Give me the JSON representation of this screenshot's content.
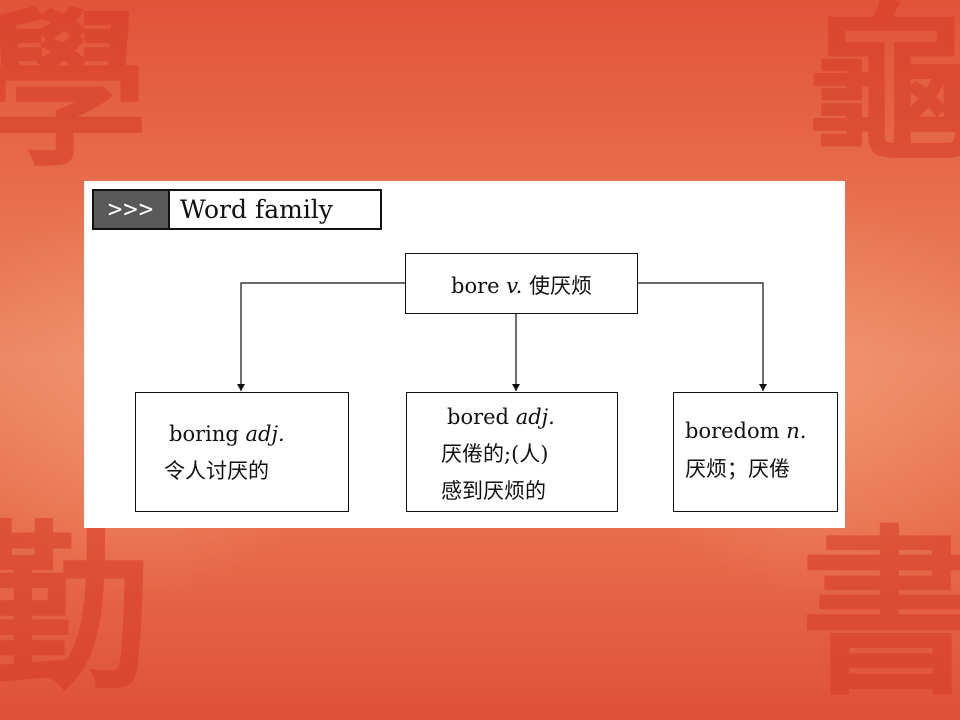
{
  "section": {
    "arrows": ">>>",
    "title": "Word family"
  },
  "diagram": {
    "root": {
      "word": "bore",
      "pos": "v.",
      "meaning": "使厌烦"
    },
    "children": [
      {
        "word": "boring",
        "pos": "adj.",
        "meaning": "令人讨厌的"
      },
      {
        "word": "bored",
        "pos": "adj.",
        "meaning_1": "厌倦的;(人)",
        "meaning_2": "感到厌烦的"
      },
      {
        "word": "boredom",
        "pos": "n.",
        "meaning": "厌烦；厌倦"
      }
    ]
  },
  "colors": {
    "background": "#e8714f",
    "seal": "#d63b27",
    "arrows_box": "#595959"
  },
  "seal_glyphs": [
    "學",
    "龜",
    "勤",
    "書"
  ]
}
